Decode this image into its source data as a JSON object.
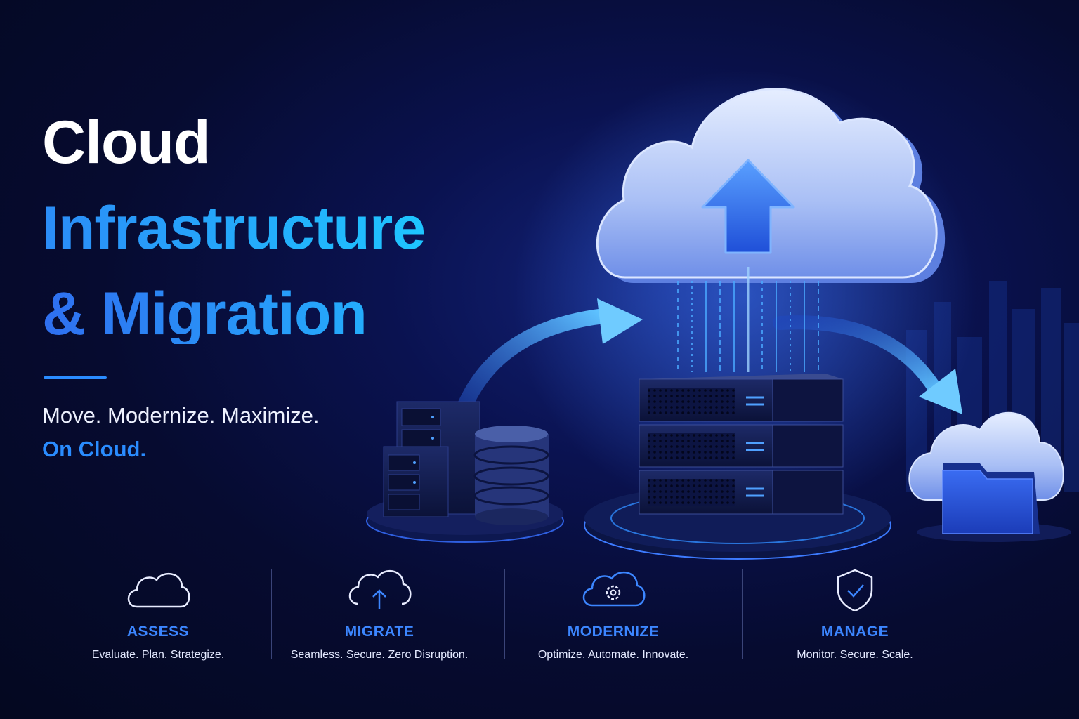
{
  "hero": {
    "title_line1": "Cloud",
    "title_line2": "Infrastructure",
    "title_line3": "& Migration",
    "tagline": "Move. Modernize. Maximize.",
    "tagline_highlight": "On Cloud."
  },
  "features": [
    {
      "icon": "cloud-icon",
      "name": "ASSESS",
      "desc": "Evaluate. Plan. Strategize."
    },
    {
      "icon": "cloud-upload-icon",
      "name": "MIGRATE",
      "desc": "Seamless. Secure. Zero Disruption."
    },
    {
      "icon": "cloud-gear-icon",
      "name": "MODERNIZE",
      "desc": "Optimize. Automate. Innovate."
    },
    {
      "icon": "shield-check-icon",
      "name": "MANAGE",
      "desc": "Monitor. Secure. Scale."
    }
  ],
  "colors": {
    "background": "#060b30",
    "accent": "#2a8cff",
    "accent_cyan": "#1ec5ff",
    "feature_label": "#3c86ff"
  }
}
